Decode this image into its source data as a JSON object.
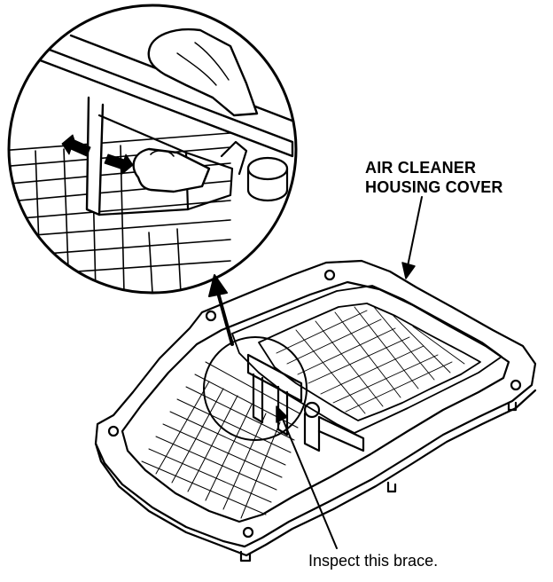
{
  "labels": {
    "cover_line1": "AIR CLEANER",
    "cover_line2": "HOUSING COVER",
    "brace": "Inspect this brace."
  },
  "colors": {
    "ink": "#000000",
    "paper": "#ffffff"
  }
}
